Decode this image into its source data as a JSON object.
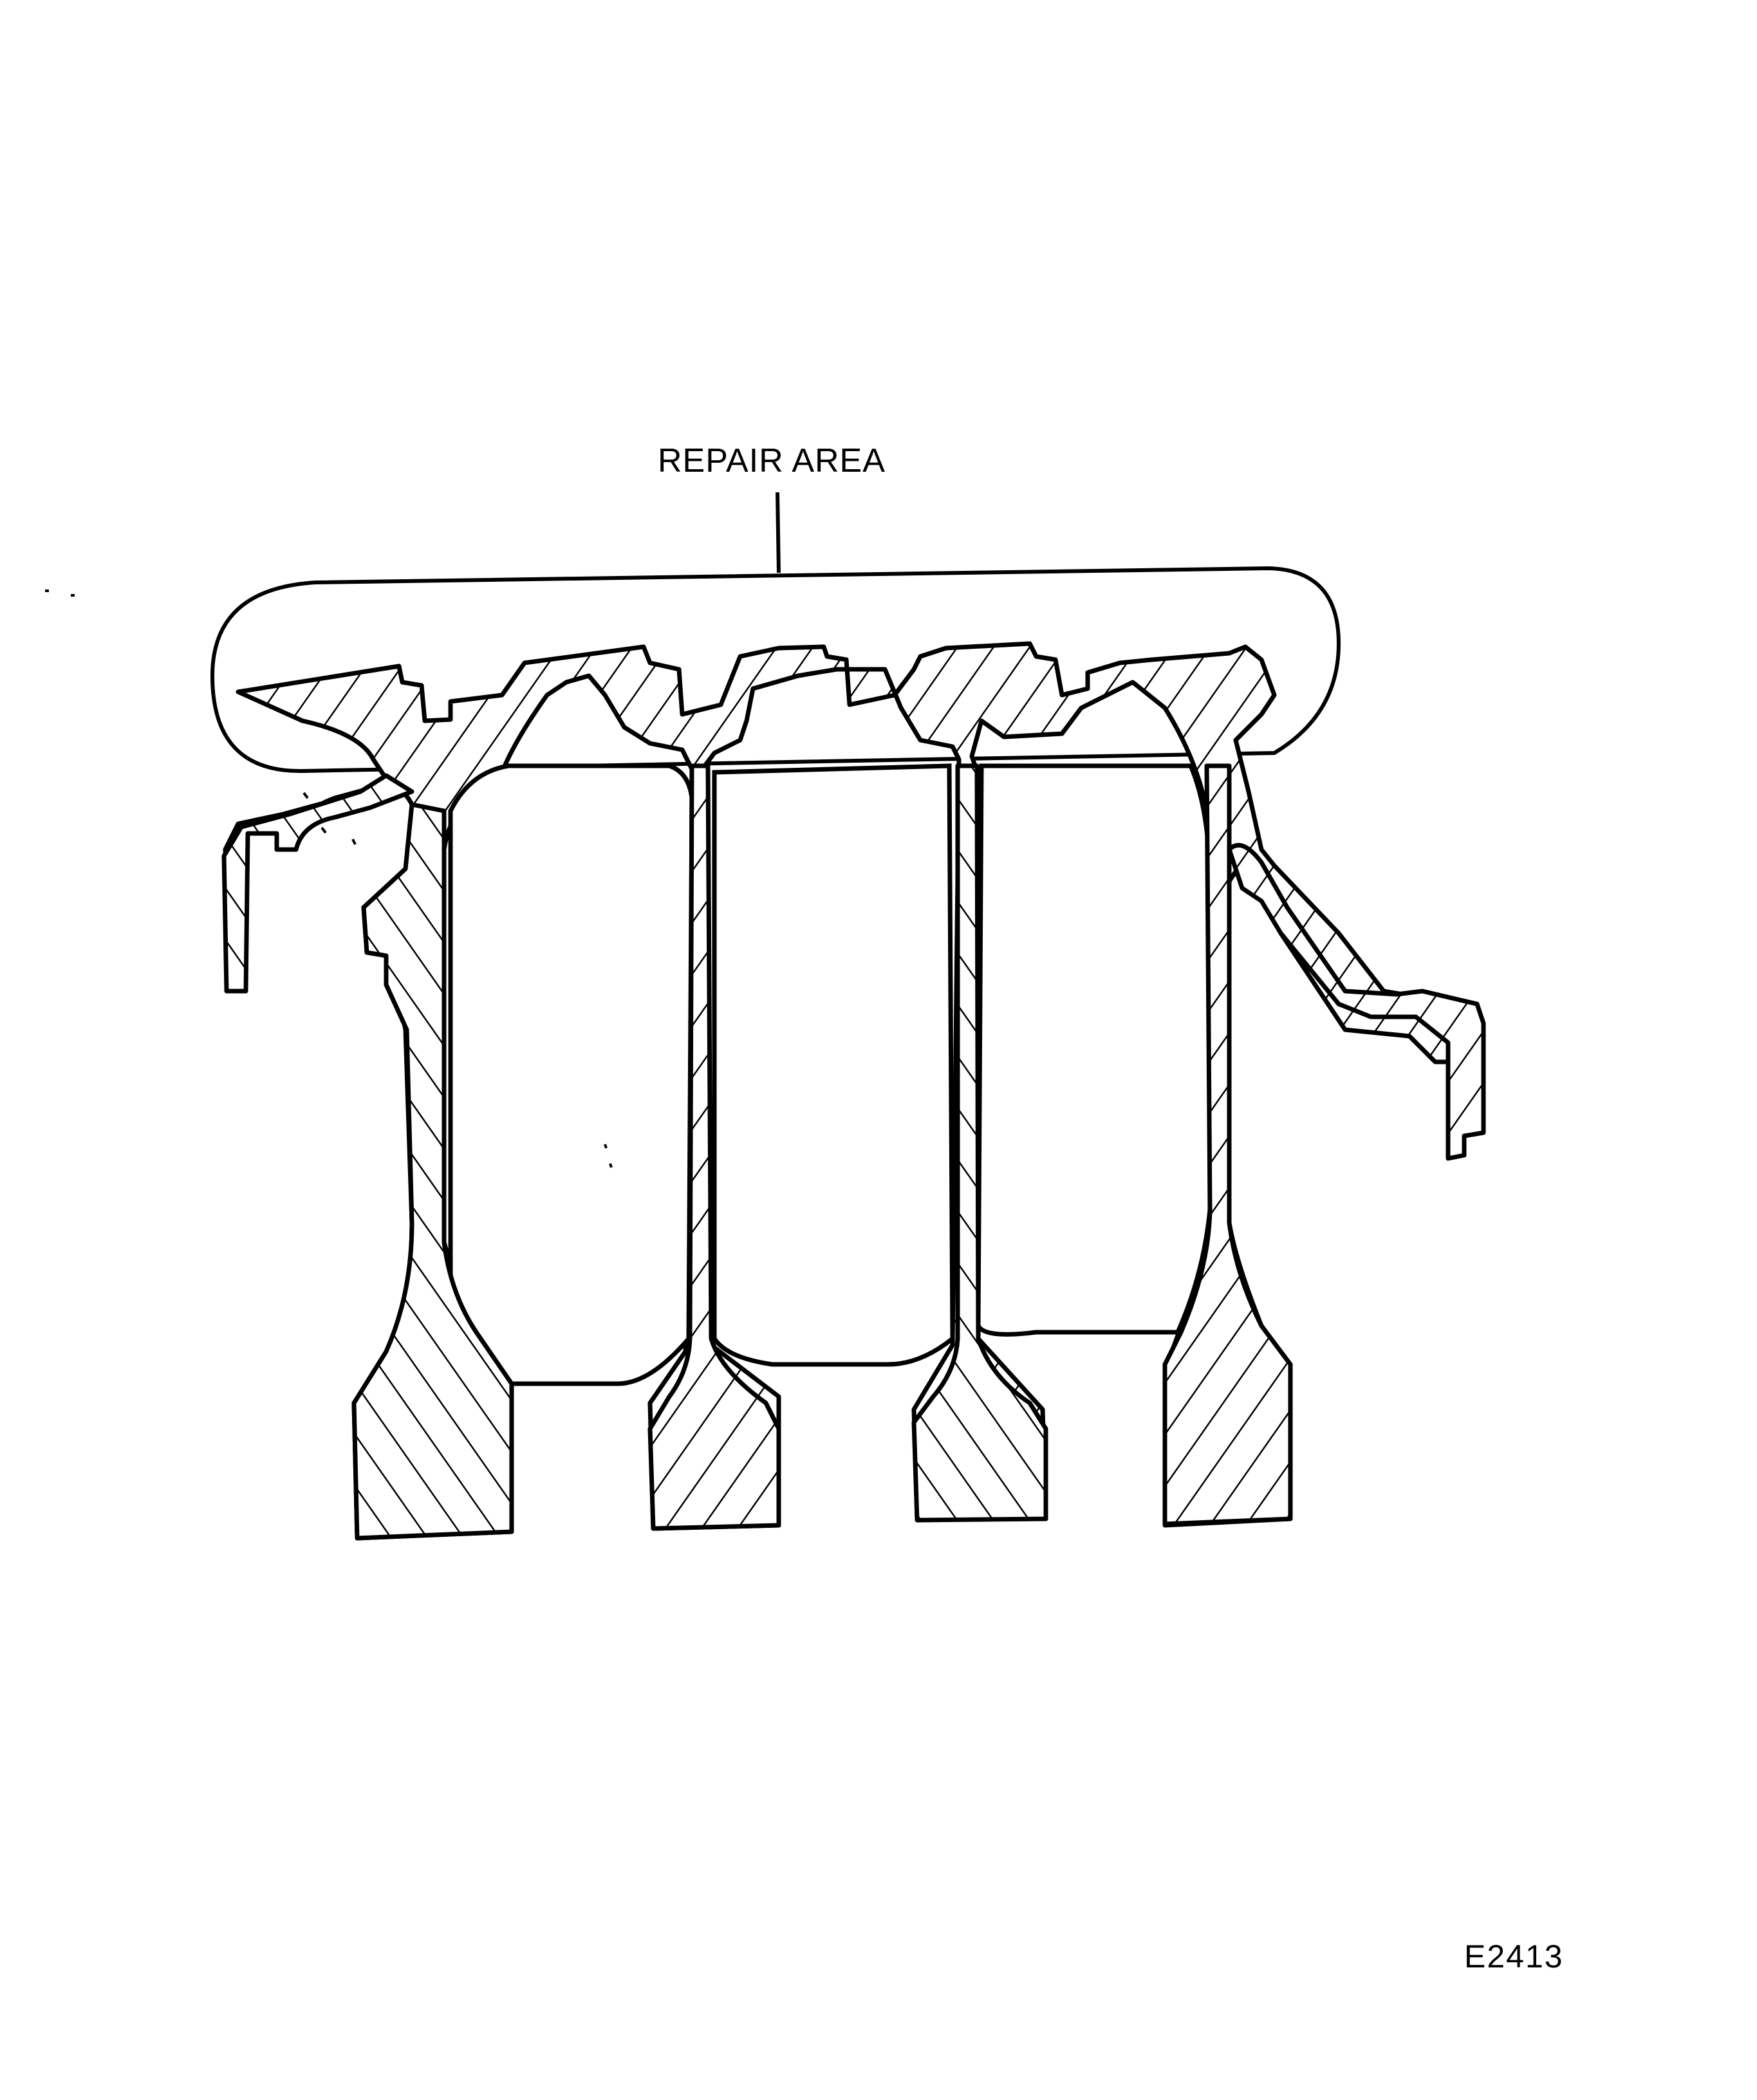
{
  "figure": {
    "callout_label": "REPAIR AREA",
    "figure_id": "E2413",
    "subject": "compressor rotor drum cross-section",
    "disc_count": 4,
    "colors": {
      "ink": "#000000",
      "paper": "#ffffff"
    }
  }
}
